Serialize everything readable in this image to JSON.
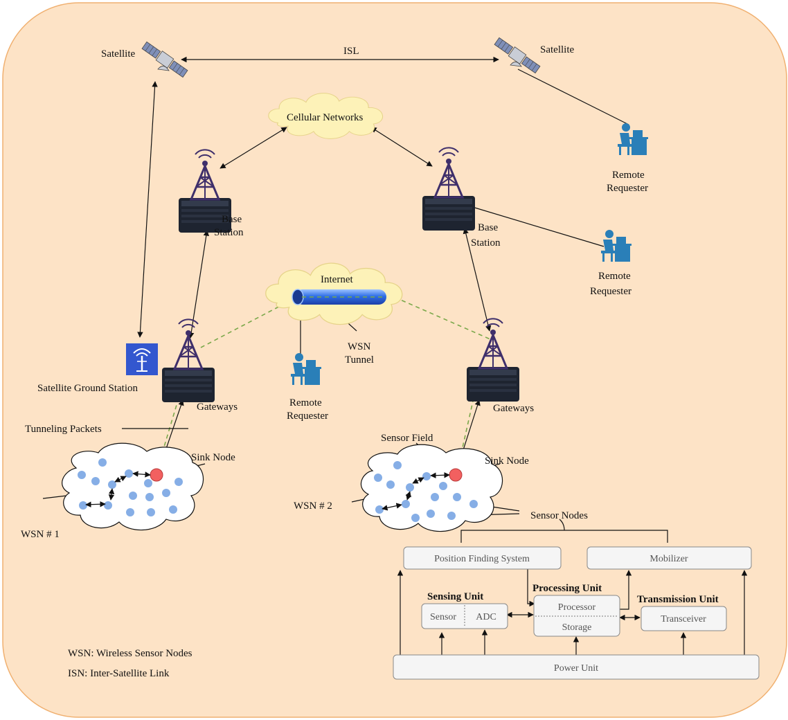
{
  "labels": {
    "satellite_left": "Satellite",
    "satellite_right": "Satellite",
    "isl": "ISL",
    "cellular": "Cellular Networks",
    "remote_requester_top": [
      "Remote",
      "Requester"
    ],
    "base_station_left": [
      "Base",
      "Station"
    ],
    "base_station_right": [
      "Base",
      "Station"
    ],
    "remote_requester_mid": [
      "Remote",
      "Requester"
    ],
    "internet": "Internet",
    "wsn_tunnel": [
      "WSN",
      "Tunnel"
    ],
    "remote_requester_center": [
      "Remote",
      "Requester"
    ],
    "satellite_ground_station": "Satellite Ground Station",
    "gateways_left": "Gateways",
    "gateways_right": "Gateways",
    "tunneling_packets": "Tunneling Packets",
    "sensor_field": "Sensor Field",
    "sink_node_left": "Sink Node",
    "sink_node_right": "Sink Node",
    "wsn1": "WSN # 1",
    "wsn2": "WSN # 2",
    "sensor_nodes": "Sensor Nodes"
  },
  "blocks": {
    "position_finding": "Position Finding System",
    "mobilizer": "Mobilizer",
    "sensing_unit": "Sensing Unit",
    "processing_unit": "Processing Unit",
    "transmission_unit": "Transmission Unit",
    "sensor": "Sensor",
    "adc": "ADC",
    "processor": "Processor",
    "storage": "Storage",
    "transceiver": "Transceiver",
    "power_unit": "Power Unit"
  },
  "legend": {
    "wsn": "WSN: Wireless Sensor Nodes",
    "isn": "ISN: Inter-Satellite Link"
  },
  "colors": {
    "background": "#fde3c6",
    "cloud": "#fdf2b8",
    "sensor_node": "#86aee6",
    "sink_node": "#f26060",
    "tower": "#3f2f6b",
    "requester": "#2a7fb8",
    "tunnel": "#3a6fe0",
    "dashed_link": "#7aa84a",
    "ground_station": "#3357cf"
  }
}
